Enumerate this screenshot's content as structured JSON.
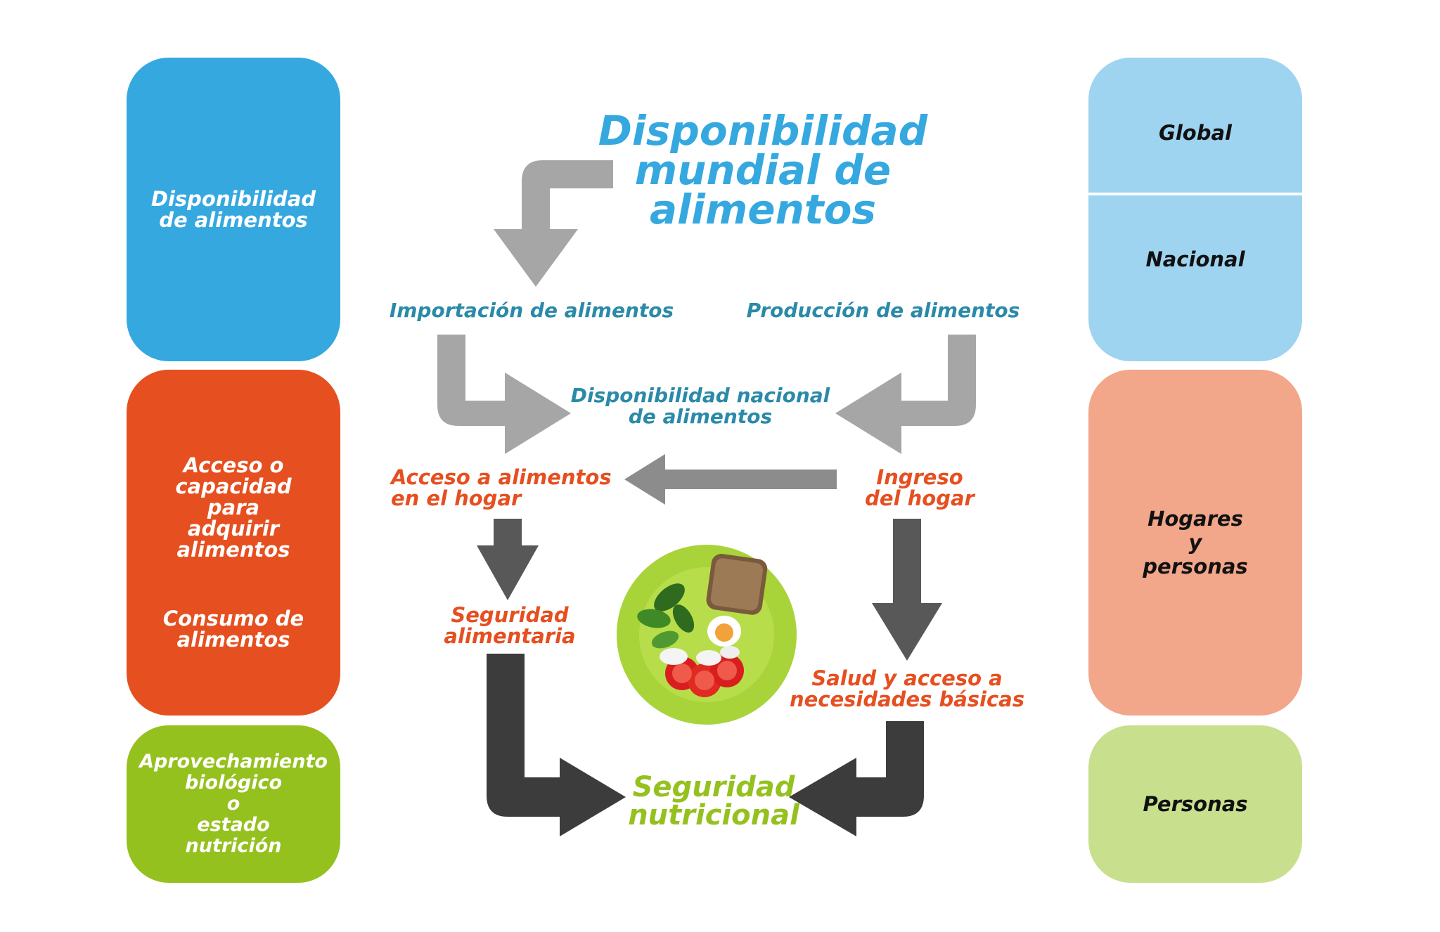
{
  "colors": {
    "blue": "#35a8e0",
    "orange": "#e64f1f",
    "green": "#95c11f",
    "light_blue": "#9ed4f0",
    "salmon": "#f2a68a",
    "light_green": "#c8df8d",
    "teal_text": "#2a8aa8",
    "gray_arrow": "#a6a6a6",
    "dark_arrow": "#3c3c3c"
  },
  "left_column": {
    "availability": "Disponibilidad\nde alimentos",
    "access": "Acceso o\ncapacidad\npara\nadquirir\nalimentos",
    "consumption": "Consumo de\nalimentos",
    "utilization": "Aprovechamiento\nbiológico\no\nestado\nnutrición"
  },
  "right_column": {
    "global": "Global",
    "national": "Nacional",
    "households": "Hogares\ny\npersonas",
    "persons": "Personas"
  },
  "center": {
    "world_availability": "Disponibilidad\nmundial de\nalimentos",
    "imports": "Importación de alimentos",
    "production": "Producción de alimentos",
    "national_availability": "Disponibilidad nacional\nde alimentos",
    "household_access": "Acceso a alimentos\nen el hogar",
    "household_income": "Ingreso\ndel hogar",
    "food_security": "Seguridad\nalimentaria",
    "health_access": "Salud y acceso a\nnecesidades básicas",
    "nutrition_security": "Seguridad\nnutricional"
  },
  "image": {
    "subject": "plate-of-food-illustration"
  }
}
